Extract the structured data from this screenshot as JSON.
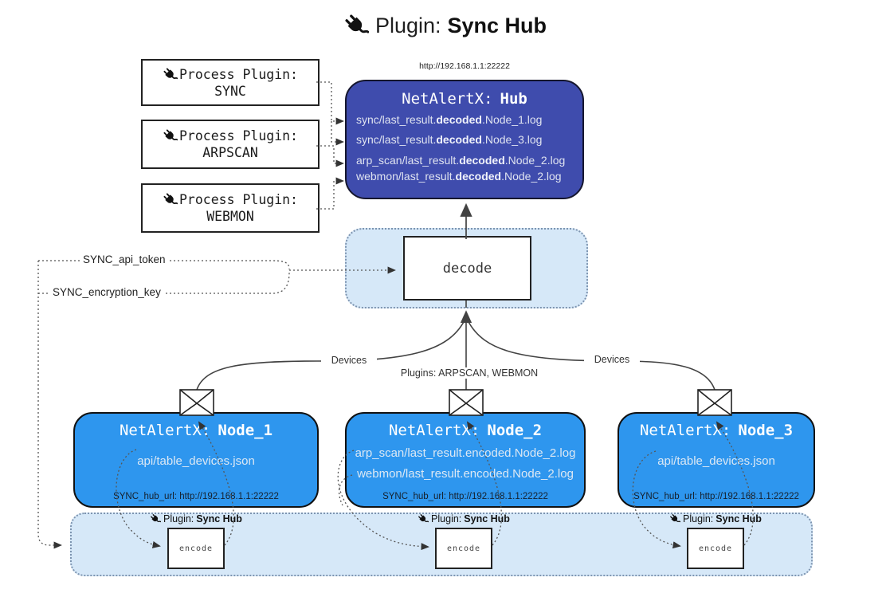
{
  "title": {
    "label": "Plugin:",
    "name": "Sync Hub"
  },
  "hub": {
    "url": "http://192.168.1.1:22222",
    "title_label": "NetAlertX:",
    "title_name": "Hub",
    "logs": [
      {
        "pre": "sync/last_result.",
        "bold": "decoded",
        "post": ".Node_1.log"
      },
      {
        "pre": "sync/last_result.",
        "bold": "decoded",
        "post": ".Node_3.log"
      },
      {
        "pre": "arp_scan/last_result.",
        "bold": "decoded",
        "post": ".Node_2.log"
      },
      {
        "pre": "webmon/last_result.",
        "bold": "decoded",
        "post": ".Node_2.log"
      }
    ]
  },
  "process_plugins": {
    "label": "Process Plugin:",
    "items": [
      {
        "name": "SYNC"
      },
      {
        "name": "ARPSCAN"
      },
      {
        "name": "WEBMON"
      }
    ]
  },
  "decode": {
    "label": "decode"
  },
  "settings": {
    "api_token": "SYNC_api_token",
    "encryption_key": "SYNC_encryption_key"
  },
  "edges": {
    "devices_left": "Devices",
    "plugins_middle": "Plugins: ARPSCAN, WEBMON",
    "devices_right": "Devices"
  },
  "nodes": [
    {
      "title_label": "NetAlertX:",
      "name": "Node_1",
      "lines": [
        "api/table_devices.json"
      ],
      "footer": "SYNC_hub_url: http://192.168.1.1:22222"
    },
    {
      "title_label": "NetAlertX:",
      "name": "Node_2",
      "lines": [
        "arp_scan/last_result.encoded.Node_2.log",
        "webmon/last_result.encoded.Node_2.log"
      ],
      "footer": "SYNC_hub_url: http://192.168.1.1:22222"
    },
    {
      "title_label": "NetAlertX:",
      "name": "Node_3",
      "lines": [
        "api/table_devices.json"
      ],
      "footer": "SYNC_hub_url: http://192.168.1.1:22222"
    }
  ],
  "encode": {
    "label": "encode",
    "plugin_label": "Plugin:",
    "plugin_name": "Sync Hub"
  },
  "colors": {
    "hub_bg": "#3f4cad",
    "node_bg": "#2e96ee",
    "panel_bg": "#d6e8f8",
    "panel_border": "#7d94b0",
    "arrow": "#424242",
    "dotted_line": "#555555"
  }
}
